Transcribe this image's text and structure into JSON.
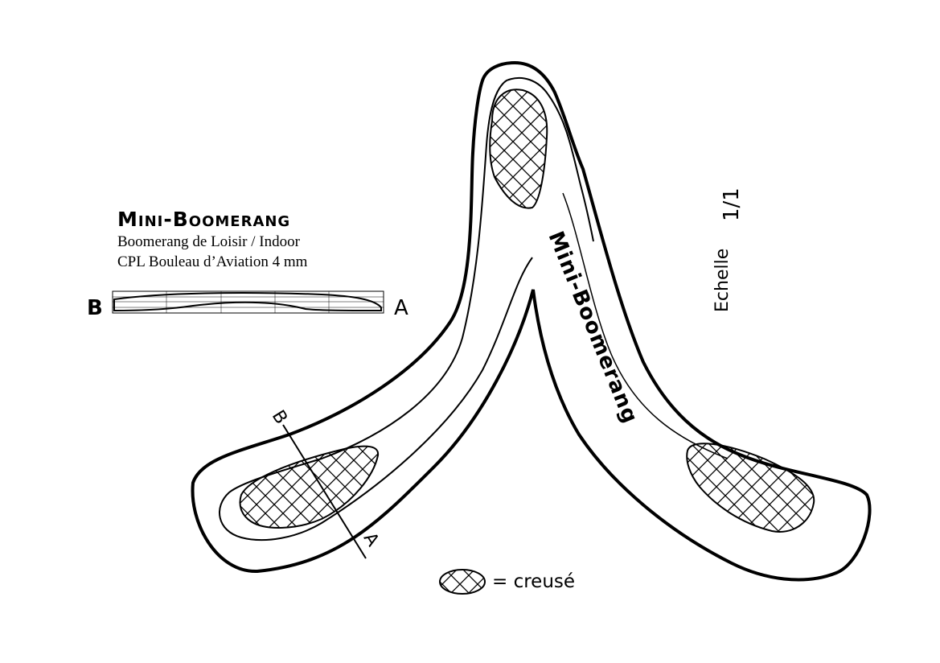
{
  "title": "Mini-Boomerang",
  "subtitle_1": "Boomerang de Loisir / Indoor",
  "subtitle_2": "CPL Bouleau d’Aviation 4 mm",
  "section_label_b": "B",
  "section_label_a": "A",
  "boomerang_label": "Mini-Boomerang",
  "scale_label": "Echelle",
  "scale_value": "1/1",
  "legend_text": "= creusé",
  "section_cut_b": "B",
  "section_cut_a": "A"
}
